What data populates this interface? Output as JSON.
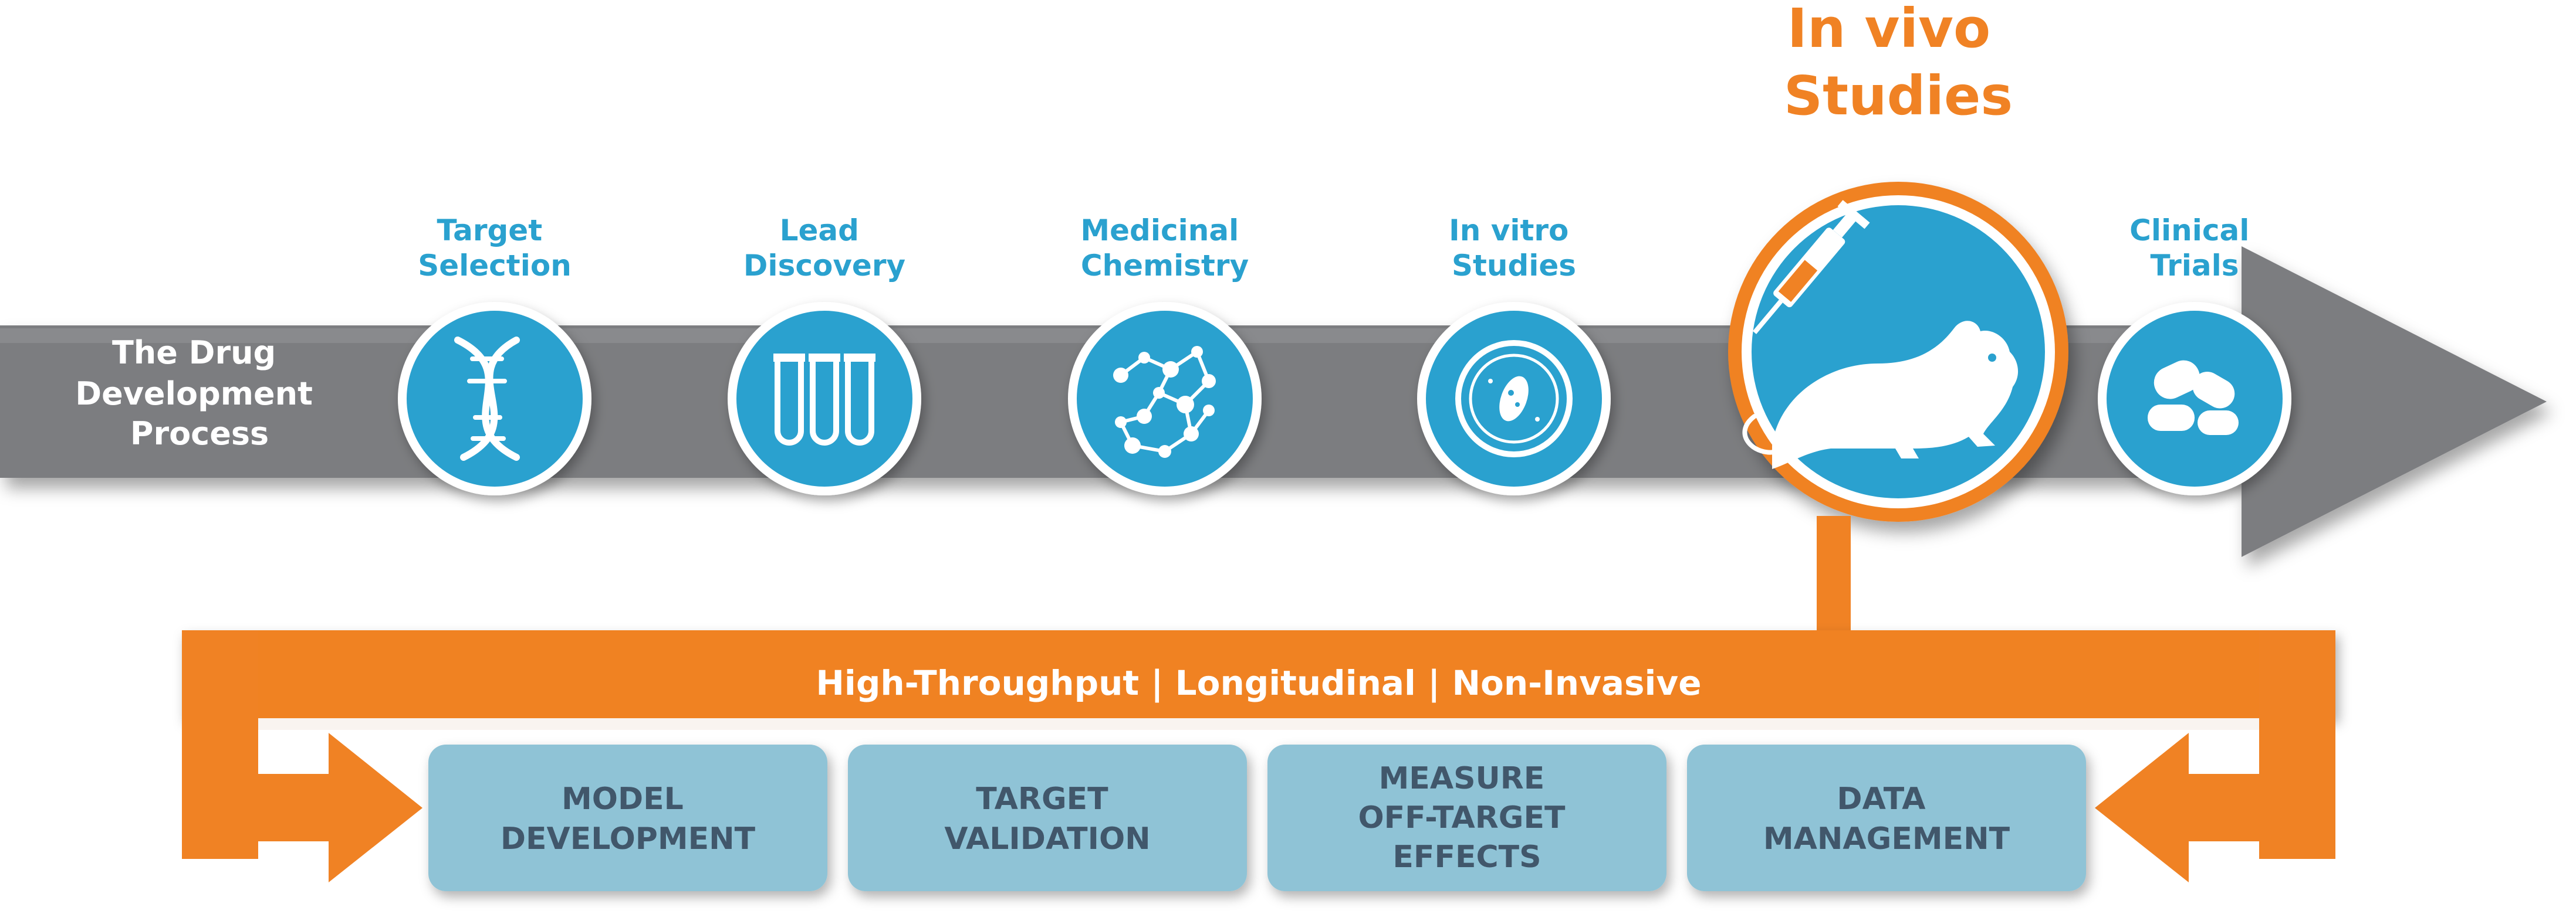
{
  "process_label": [
    "The Drug",
    "Development",
    "Process"
  ],
  "stages": [
    {
      "label": [
        "Target",
        "Selection"
      ],
      "icon": "dna-icon"
    },
    {
      "label": [
        "Lead",
        "Discovery"
      ],
      "icon": "test-tubes-icon"
    },
    {
      "label": [
        "Medicinal",
        "Chemistry"
      ],
      "icon": "molecule-icon"
    },
    {
      "label": [
        "In vitro",
        "Studies"
      ],
      "icon": "petri-dish-icon"
    },
    {
      "label": [
        "In vivo",
        "Studies"
      ],
      "icon": "mouse-syringe-icon",
      "highlighted": true
    },
    {
      "label": [
        "Clinical",
        "Trials"
      ],
      "icon": "pills-icon"
    }
  ],
  "attributes": "High-Throughput | Longitudinal | Non-Invasive",
  "applications": [
    [
      "MODEL",
      "DEVELOPMENT"
    ],
    [
      "TARGET",
      "VALIDATION"
    ],
    [
      "MEASURE",
      "OFF-TARGET",
      "EFFECTS"
    ],
    [
      "DATA",
      "MANAGEMENT"
    ]
  ],
  "colors": {
    "arrow": "#7c7d80",
    "accent_blue": "#2aa1cf",
    "accent_orange": "#f08224",
    "box_fill": "#8fc3d6",
    "box_text": "#41576b"
  }
}
